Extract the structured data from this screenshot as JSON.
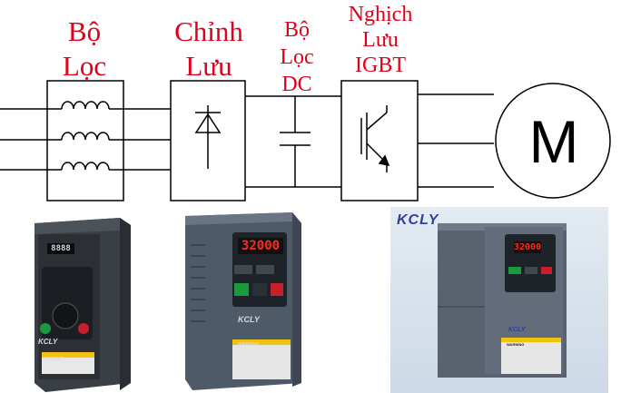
{
  "labels": {
    "loc": [
      "Bộ",
      "Lọc"
    ],
    "chinh_luu": [
      "Chỉnh",
      "Lưu"
    ],
    "loc_dc": [
      "Bộ",
      "Lọc",
      "DC"
    ],
    "nghich_luu": [
      "Nghịch",
      "Lưu",
      "IGBT"
    ],
    "motor": "M"
  },
  "products": {
    "brand": "KCLY",
    "display_value_1": "32000",
    "display_value_2": "32000",
    "display_value_small": "8888",
    "warning_text": "WARNING"
  },
  "colors": {
    "label_red": "#e0001b",
    "drive_body": "#4f5a68",
    "display_red": "#ff2a1c"
  }
}
